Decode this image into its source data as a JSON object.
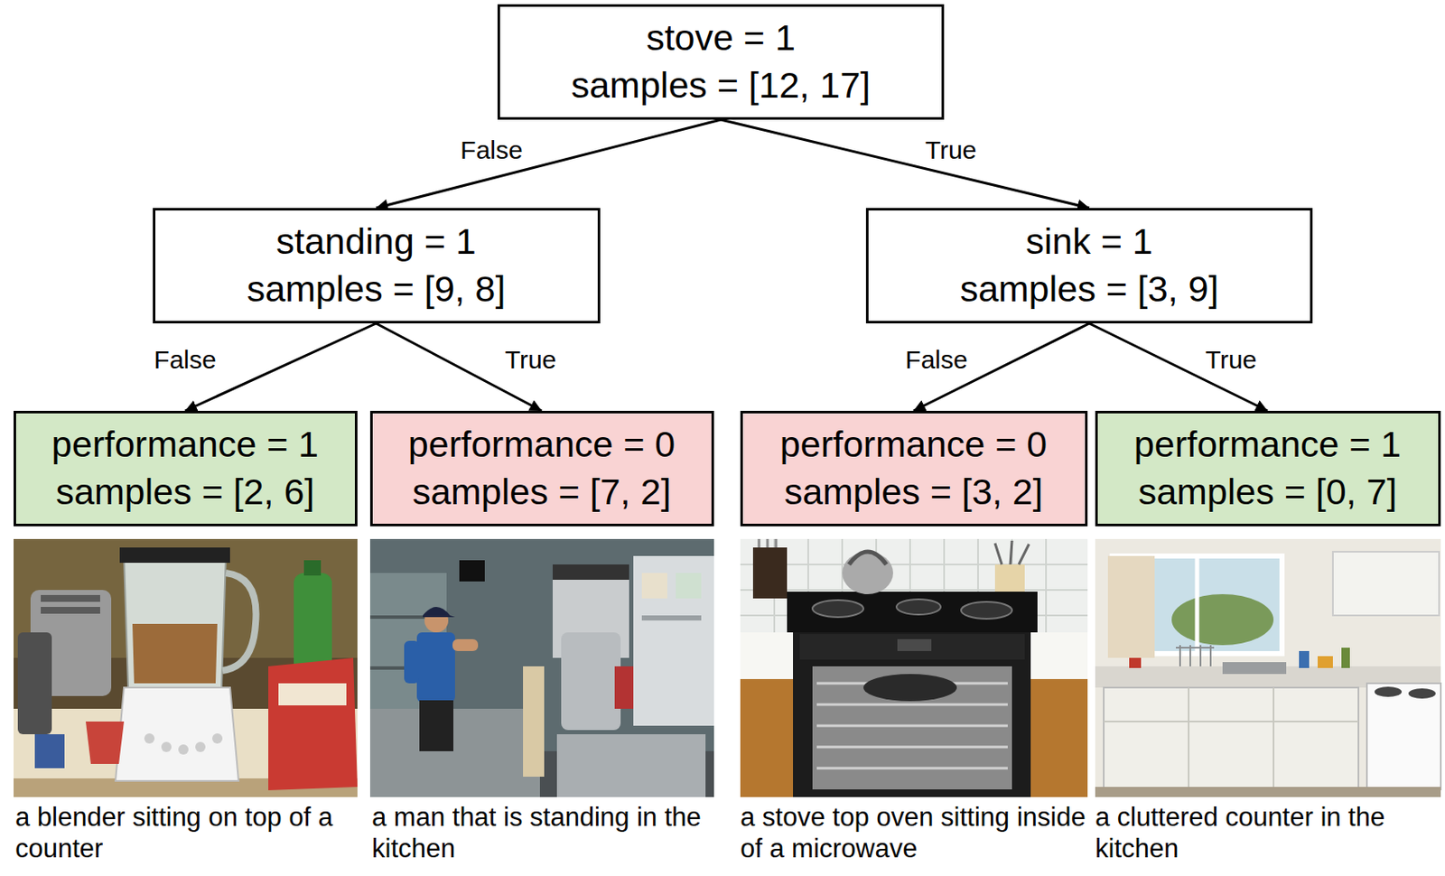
{
  "diagram": {
    "nodes": [
      {
        "text": [
          "stove = 1",
          "samples = [12, 17]"
        ]
      },
      {
        "text": [
          "standing = 1",
          "samples = [9, 8]"
        ]
      },
      {
        "text": [
          "sink = 1",
          "samples = [3, 9]"
        ]
      },
      {
        "text": [
          "performance = 1",
          "samples = [2, 6]"
        ]
      },
      {
        "text": [
          "performance = 0",
          "samples = [7, 2]"
        ]
      },
      {
        "text": [
          "performance = 0",
          "samples = [3, 2]"
        ]
      },
      {
        "text": [
          "performance = 1",
          "samples = [0, 7]"
        ]
      }
    ],
    "edges": [
      {
        "from": 0,
        "to": 1,
        "arrow": "to",
        "label": "False"
      },
      {
        "from": 0,
        "to": 2,
        "arrow": "to",
        "label": "True"
      },
      {
        "from": 1,
        "to": 3,
        "arrow": "to",
        "label": "False"
      },
      {
        "from": 1,
        "to": 4,
        "arrow": "to",
        "label": "True"
      },
      {
        "from": 2,
        "to": 5,
        "arrow": "to",
        "label": "False"
      },
      {
        "from": 2,
        "to": 6,
        "arrow": "to",
        "label": "True"
      }
    ],
    "labels": [
      "a blender sitting on top of a counter",
      "a man that is standing in the kitchen",
      "a stove top oven sitting inside of a microwave",
      "a cluttered counter in the kitchen"
    ]
  }
}
